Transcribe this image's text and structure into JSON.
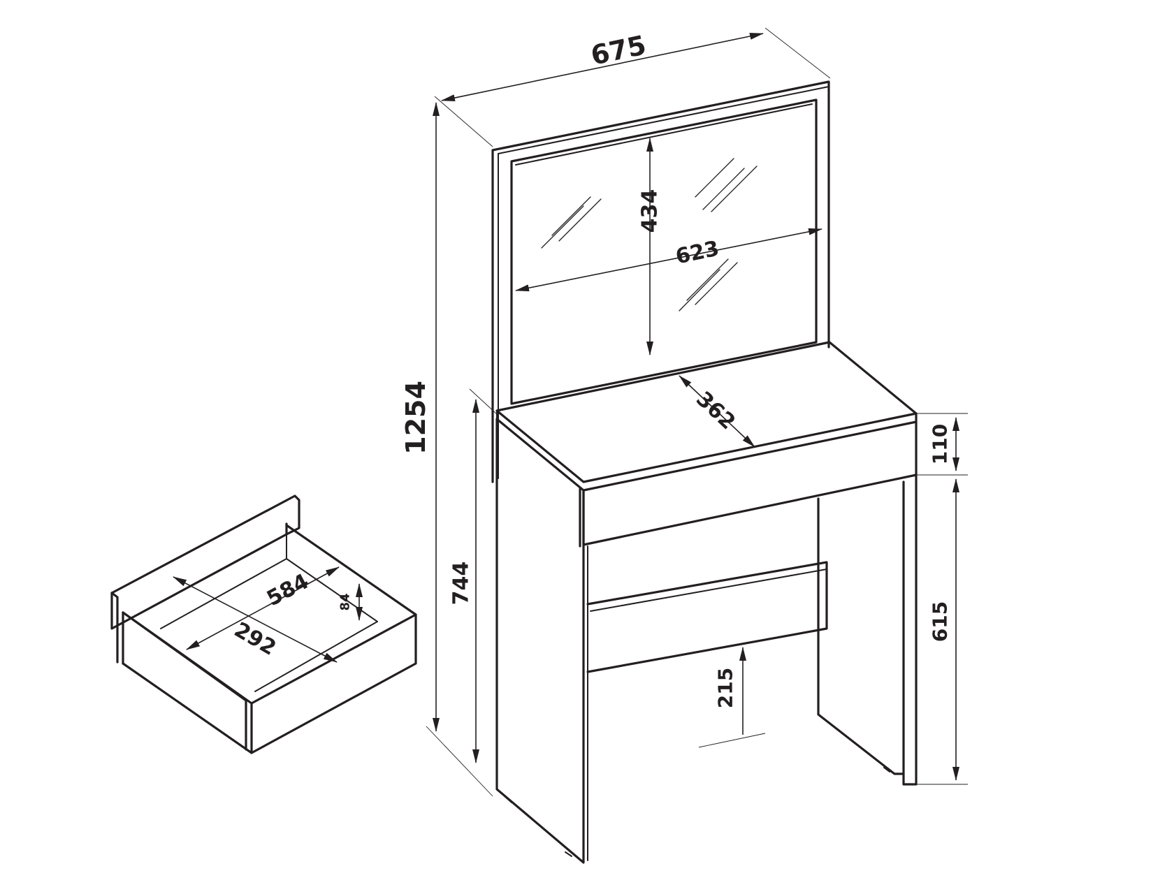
{
  "colors": {
    "line": "#231f20",
    "background": "#ffffff"
  },
  "dimensions": {
    "overall_width": "675",
    "overall_height": "1254",
    "mirror_height": "434",
    "mirror_width": "623",
    "table_depth": "362",
    "drawer_front_height": "110",
    "table_height": "744",
    "leg_clearance": "615",
    "crossbar_clearance": "215",
    "drawer_inner_width": "584",
    "drawer_inner_depth": "292",
    "drawer_inner_height": "84"
  }
}
